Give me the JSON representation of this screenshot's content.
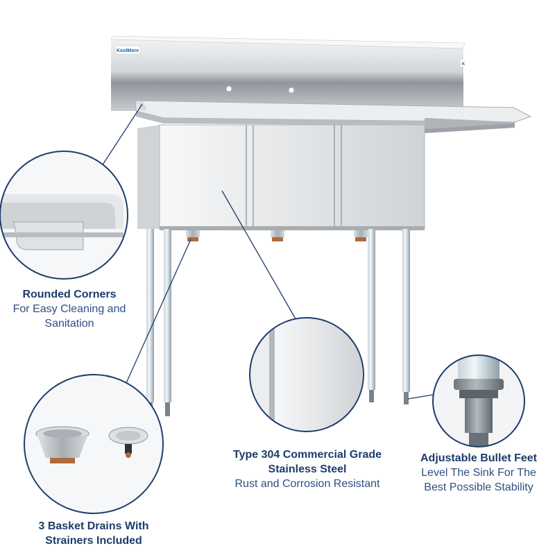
{
  "brand": {
    "logo_text": "KoolMore"
  },
  "callouts": {
    "corners": {
      "title": "Rounded Corners",
      "subtitle": "For Easy Cleaning and Sanitation"
    },
    "steel": {
      "title": "Type 304 Commercial Grade Stainless Steel",
      "subtitle": "Rust and Corrosion Resistant"
    },
    "feet": {
      "title": "Adjustable Bullet Feet",
      "subtitle": "Level The Sink For The Best Possible Stability"
    },
    "drains": {
      "title": "3 Basket Drains With Strainers Included"
    }
  },
  "colors": {
    "callout_ring": "#1d3c6b",
    "leader_line": "#1d3c6b",
    "label_text": "#1d3c6b",
    "steel_light": "#e6e8ea",
    "steel_mid": "#b9bec3",
    "steel_dark": "#7e858b",
    "drain_copper": "#b06a3c"
  },
  "icons": [
    "strainer-basket-icon",
    "strainer-plug-icon",
    "bullet-foot-icon"
  ]
}
